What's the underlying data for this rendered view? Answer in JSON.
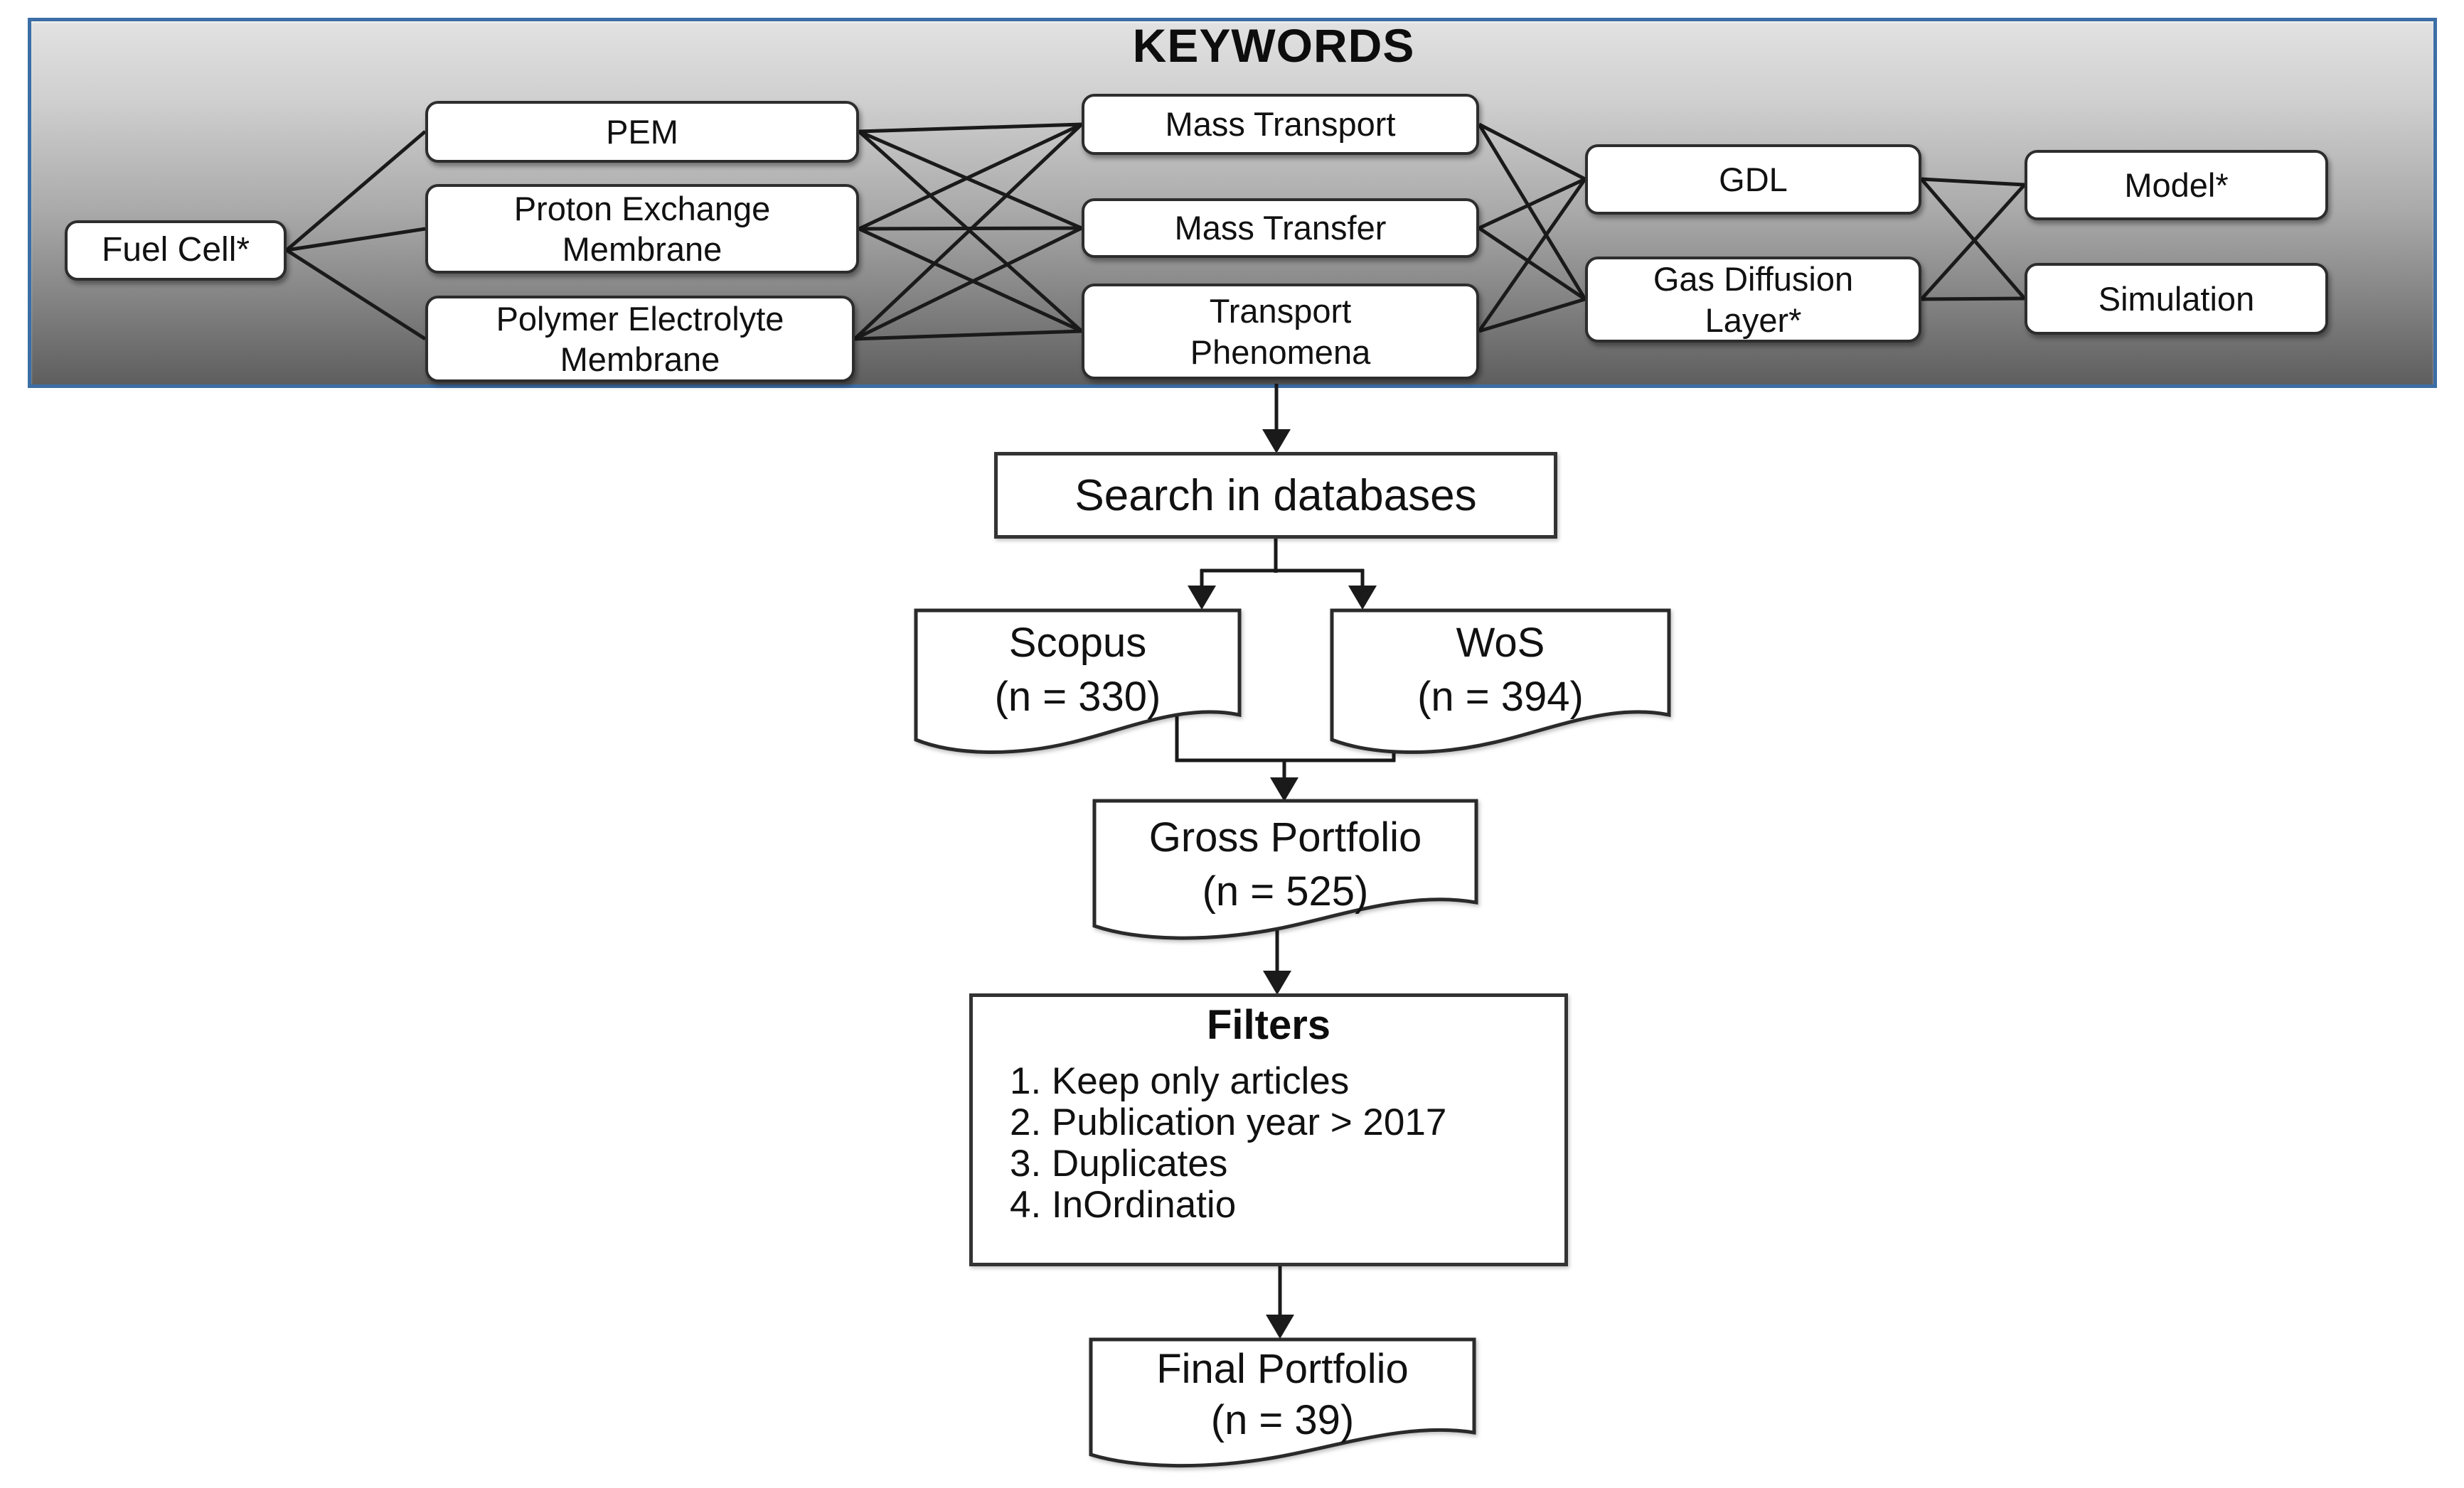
{
  "keywords_panel": {
    "title": "KEYWORDS",
    "border_color": "#3c6ea6",
    "boxes": {
      "fuel_cell": "Fuel Cell*",
      "pem": "PEM",
      "proton_exchange_membrane": "Proton Exchange\nMembrane",
      "polymer_electrolyte_membrane": "Polymer Electrolyte\nMembrane",
      "mass_transport": "Mass Transport",
      "mass_transfer": "Mass Transfer",
      "transport_phenomena": "Transport\nPhenomena",
      "gdl": "GDL",
      "gas_diffusion_layer": "Gas Diffusion\nLayer*",
      "model": "Model*",
      "simulation": "Simulation"
    }
  },
  "flow": {
    "search_box": "Search in databases",
    "scopus": {
      "name": "Scopus",
      "count": "(n = 330)"
    },
    "wos": {
      "name": "WoS",
      "count": "(n = 394)"
    },
    "gross_portfolio": {
      "name": "Gross Portfolio",
      "count": "(n = 525)"
    },
    "filters": {
      "title": "Filters",
      "items": [
        "1. Keep only articles",
        "2. Publication year > 2017",
        "3. Duplicates",
        "4. InOrdinatio"
      ]
    },
    "final_portfolio": {
      "name": "Final Portfolio",
      "count": "(n = 39)"
    }
  }
}
